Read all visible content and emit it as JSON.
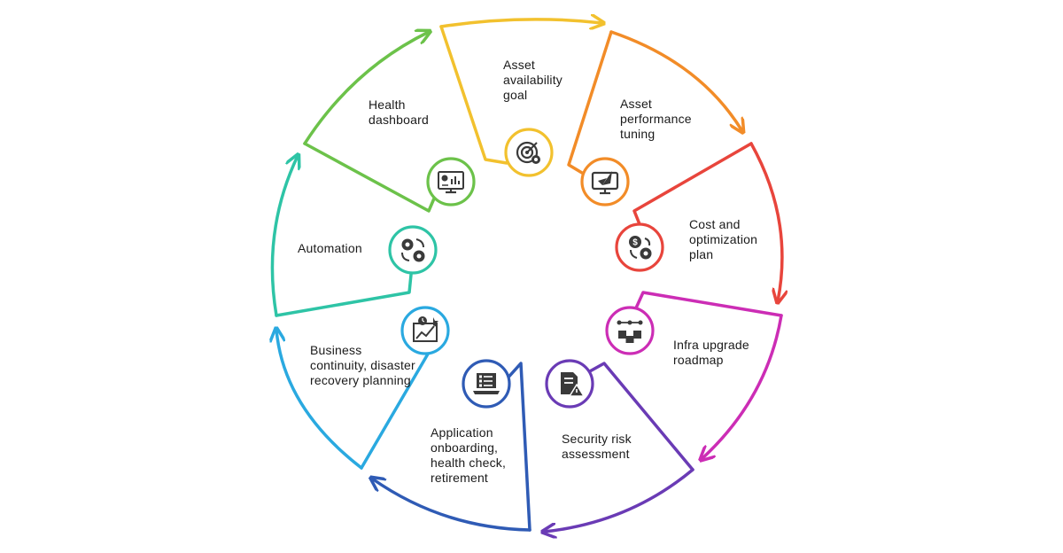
{
  "steps": [
    {
      "id": "asset-availability-goal",
      "lines": [
        "Asset",
        "availability",
        "goal"
      ],
      "color": "#F2C12E",
      "icon": "target-gear-icon"
    },
    {
      "id": "asset-performance-tuning",
      "lines": [
        "Asset",
        "performance",
        "tuning"
      ],
      "color": "#F28C28",
      "icon": "rocket-monitor-icon"
    },
    {
      "id": "cost-and-optimization-plan",
      "lines": [
        "Cost and",
        "optimization",
        "plan"
      ],
      "color": "#E8453C",
      "icon": "dollar-gear-cycle-icon"
    },
    {
      "id": "infra-upgrade-roadmap",
      "lines": [
        "Infra upgrade",
        "roadmap"
      ],
      "color": "#CC2DB5",
      "icon": "roadmap-boxes-icon"
    },
    {
      "id": "security-risk-assessment",
      "lines": [
        "Security risk",
        "assessment"
      ],
      "color": "#6A3BB5",
      "icon": "document-warning-icon"
    },
    {
      "id": "application-onboarding",
      "lines": [
        "Application",
        "onboarding,",
        "health check,",
        "retirement"
      ],
      "color": "#2F5BB5",
      "icon": "laptop-checklist-icon"
    },
    {
      "id": "business-continuity",
      "lines": [
        "Business",
        "continuity, disaster",
        "recovery planning"
      ],
      "color": "#2AA9E0",
      "icon": "clock-chart-icon"
    },
    {
      "id": "automation",
      "lines": [
        "Automation"
      ],
      "color": "#2EC4A6",
      "icon": "gears-cycle-icon"
    },
    {
      "id": "health-dashboard",
      "lines": [
        "Health",
        "dashboard"
      ],
      "color": "#6CC24A",
      "icon": "dashboard-monitor-icon"
    }
  ]
}
